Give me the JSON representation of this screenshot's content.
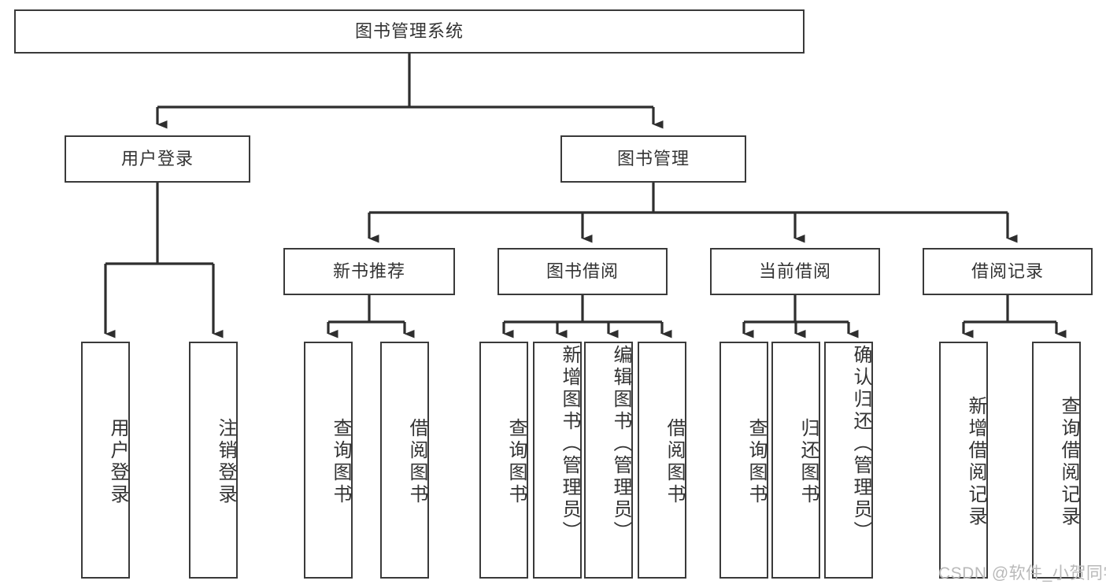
{
  "diagram": {
    "title": "图书管理系统",
    "watermark": "CSDN @软件_小贺同学",
    "stroke_color": "#3a3a3a",
    "text_color": "#333333",
    "background": "#ffffff",
    "root": {
      "id": "root",
      "label": "图书管理系统"
    },
    "level2": [
      {
        "id": "user-login",
        "label": "用户登录"
      },
      {
        "id": "book-manage",
        "label": "图书管理"
      }
    ],
    "level3": [
      {
        "id": "new-book-recommend",
        "label": "新书推荐",
        "parent": "book-manage"
      },
      {
        "id": "book-borrow",
        "label": "图书借阅",
        "parent": "book-manage"
      },
      {
        "id": "current-borrow",
        "label": "当前借阅",
        "parent": "book-manage"
      },
      {
        "id": "borrow-record",
        "label": "借阅记录",
        "parent": "book-manage"
      }
    ],
    "leaves": [
      {
        "id": "leaf-user-login",
        "label": "用户登录",
        "parent": "user-login"
      },
      {
        "id": "leaf-user-logout",
        "label": "注销登录",
        "parent": "user-login"
      },
      {
        "id": "leaf-query-book-1",
        "label": "查询图书",
        "parent": "new-book-recommend"
      },
      {
        "id": "leaf-borrow-book-1",
        "label": "借阅图书",
        "parent": "new-book-recommend"
      },
      {
        "id": "leaf-query-book-2",
        "label": "查询图书",
        "parent": "book-borrow"
      },
      {
        "id": "leaf-add-book",
        "label": "新增图书（管理员）",
        "parent": "book-borrow"
      },
      {
        "id": "leaf-edit-book",
        "label": "编辑图书（管理员）",
        "parent": "book-borrow"
      },
      {
        "id": "leaf-borrow-book-2",
        "label": "借阅图书",
        "parent": "book-borrow"
      },
      {
        "id": "leaf-query-book-3",
        "label": "查询图书",
        "parent": "current-borrow"
      },
      {
        "id": "leaf-return-book",
        "label": "归还图书",
        "parent": "current-borrow"
      },
      {
        "id": "leaf-confirm-return",
        "label": "确认归还（管理员）",
        "parent": "current-borrow"
      },
      {
        "id": "leaf-add-record",
        "label": "新增借阅记录",
        "parent": "borrow-record"
      },
      {
        "id": "leaf-query-record",
        "label": "查询借阅记录",
        "parent": "borrow-record"
      }
    ]
  }
}
